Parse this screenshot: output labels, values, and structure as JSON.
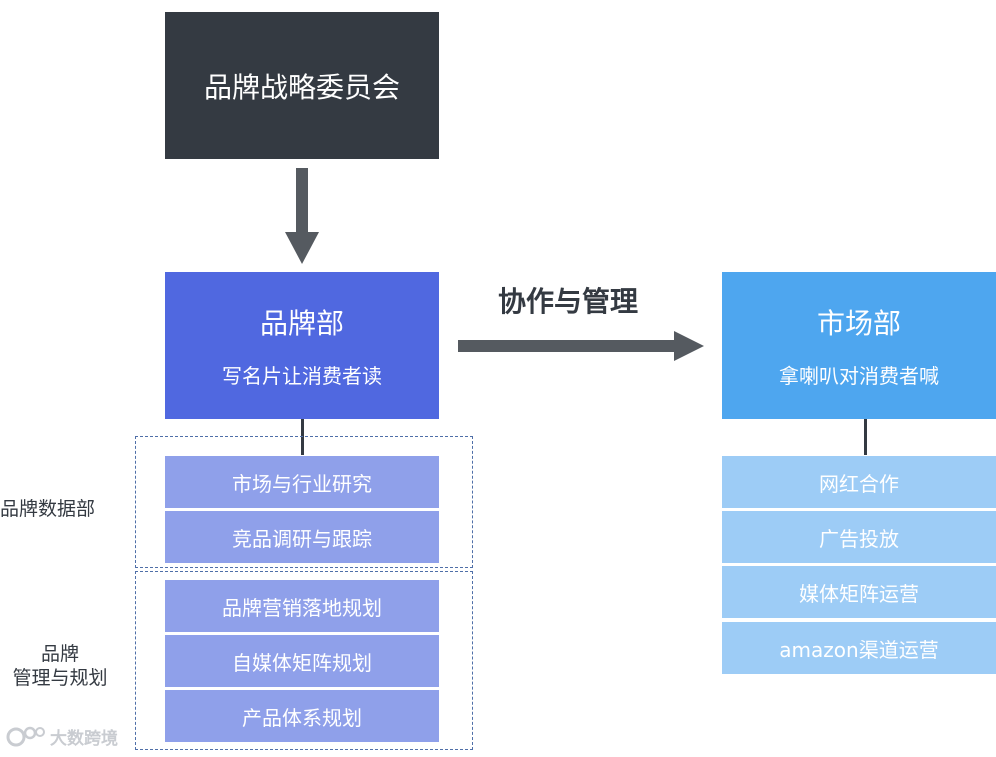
{
  "committee": {
    "title": "品牌战略委员会"
  },
  "brand_dept": {
    "title": "品牌部",
    "subtitle": "写名片让消费者读",
    "data_group": {
      "label": "品牌数据部",
      "items": [
        "市场与行业研究",
        "竞品调研与跟踪"
      ]
    },
    "planning_group": {
      "label_line1": "品牌",
      "label_line2": "管理与规划",
      "items": [
        "品牌营销落地规划",
        "自媒体矩阵规划",
        "产品体系规划"
      ]
    }
  },
  "collaboration": {
    "label": "协作与管理"
  },
  "market_dept": {
    "title": "市场部",
    "subtitle": "拿喇叭对消费者喊",
    "items": [
      "网红合作",
      "广告投放",
      "媒体矩阵运营",
      "amazon渠道运营"
    ]
  },
  "watermark": {
    "text": "大数跨境"
  },
  "colors": {
    "committee": "#343a42",
    "brand": "#5068e0",
    "brand_sub": "#8fa0ea",
    "market": "#4ea6ef",
    "market_sub": "#9dccf6",
    "arrow": "#555a60"
  }
}
